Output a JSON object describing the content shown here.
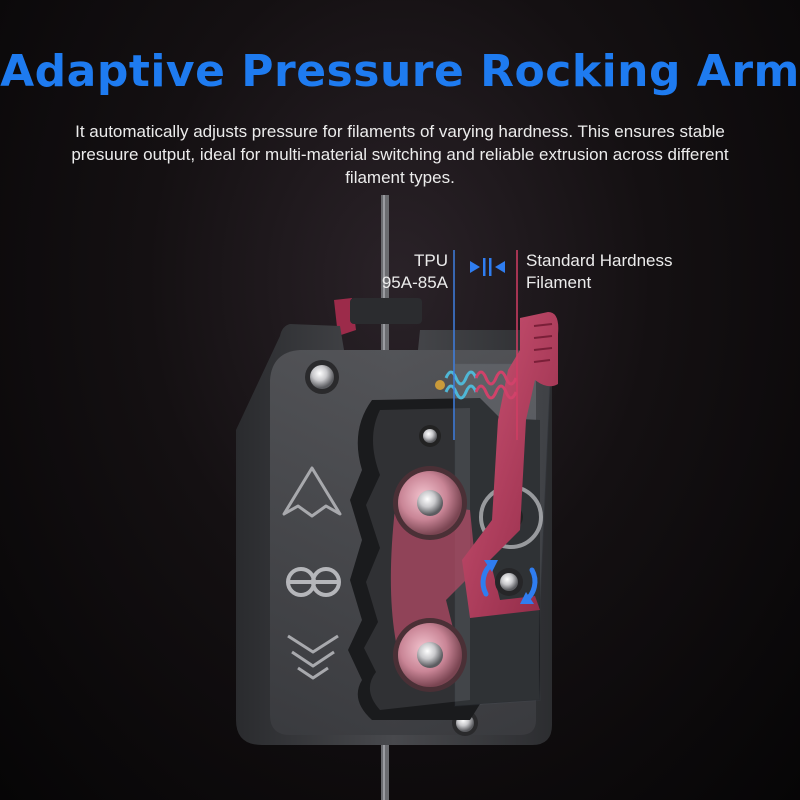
{
  "header": {
    "title": "Adaptive Pressure Rocking Arm",
    "description": "It automatically adjusts pressure for filaments of varying hardness. This ensures stable presuure output, ideal for multi-material switching and reliable extrusion across different filament types."
  },
  "labels": {
    "tpu_line1": "TPU",
    "tpu_line2": "95A-85A",
    "standard_line1": "Standard Hardness",
    "standard_line2": "Filament"
  },
  "icons": [
    "compression-arrows-icon",
    "rotation-arrows-icon",
    "triangle-logo-icon",
    "infinity-logo-icon",
    "chevron-logo-icon"
  ],
  "colors": {
    "title_blue": "#1e7bf0",
    "guide_line_blue": "#3f7fe0",
    "arm_red": "#b83a5c",
    "body_gray": "#3a3b3f"
  }
}
